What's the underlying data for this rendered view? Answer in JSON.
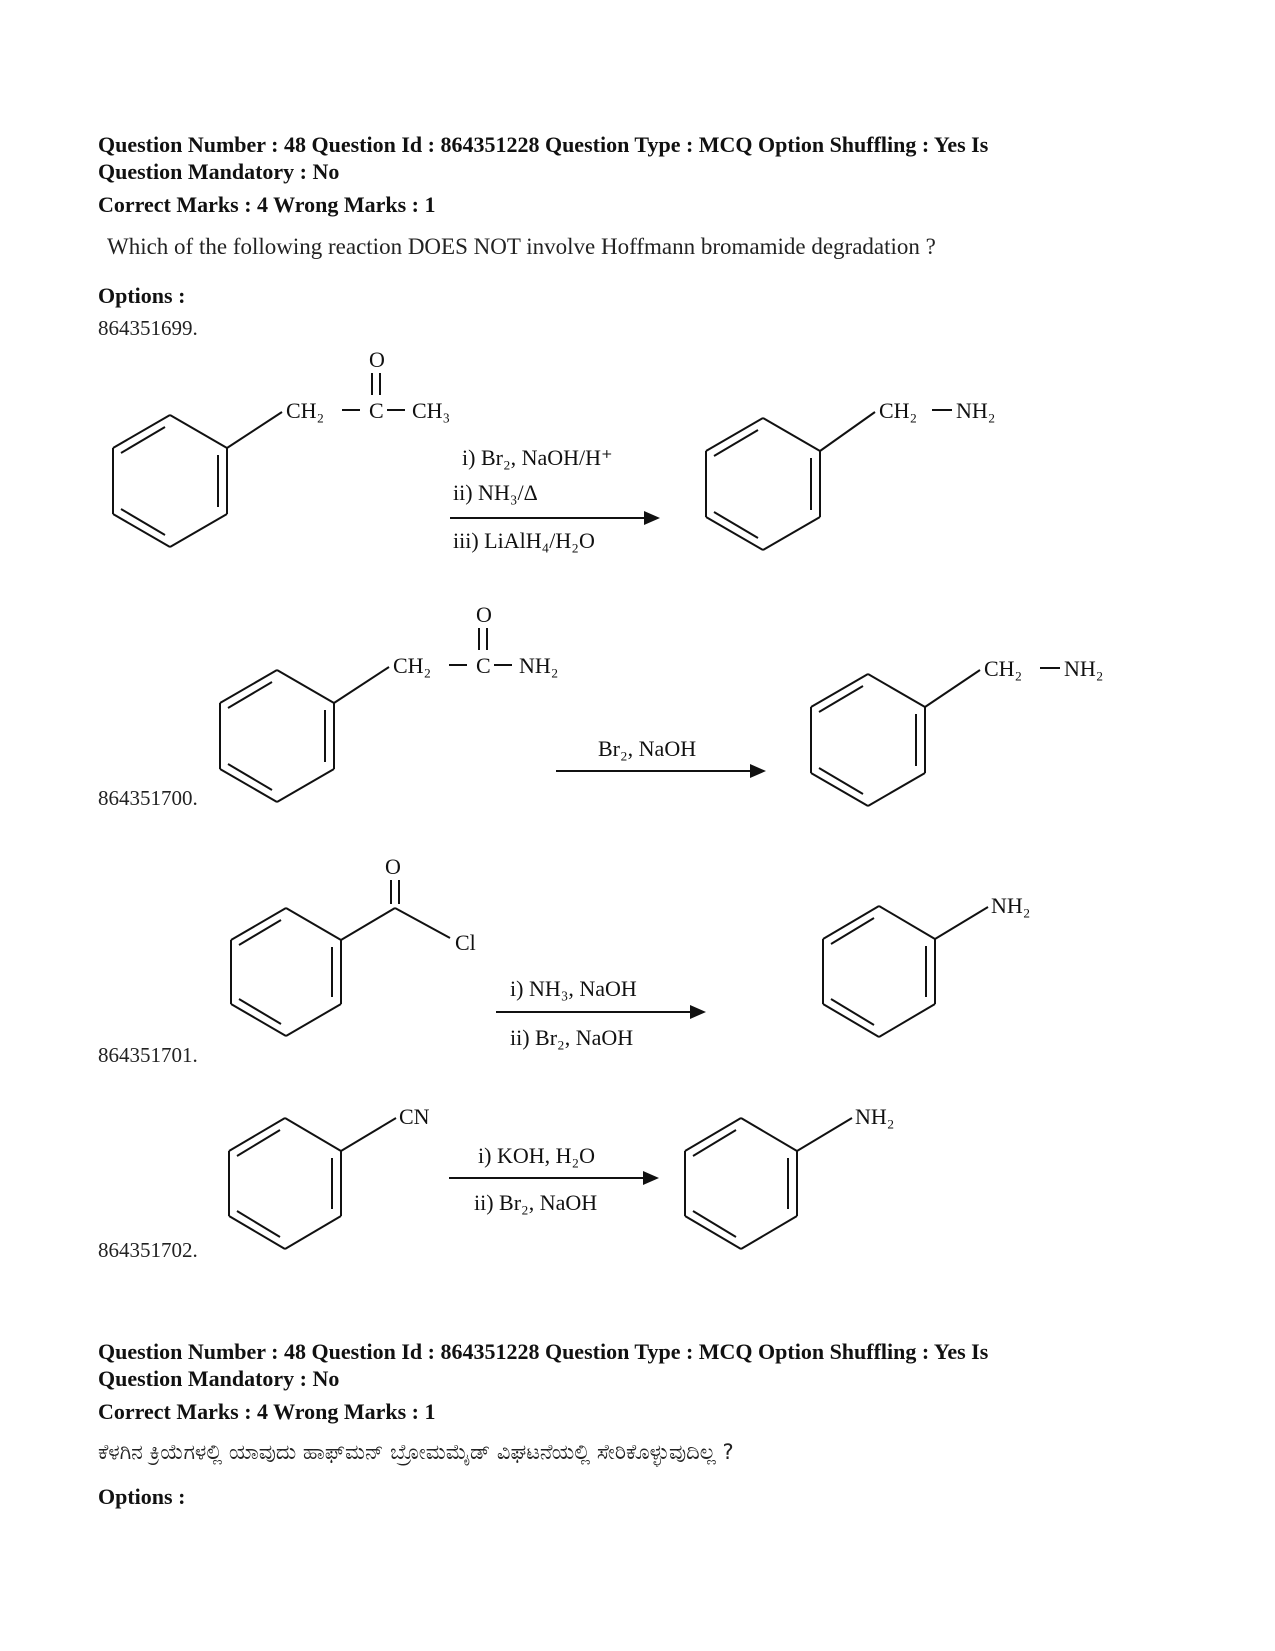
{
  "question_en": {
    "header_line1": "Question Number : 48 Question Id : 864351228 Question Type : MCQ Option Shuffling : Yes Is",
    "header_line2": "Question Mandatory : No",
    "marks": "Correct Marks : 4 Wrong Marks : 1",
    "text": "Which of the following reaction DOES NOT involve Hoffmann bromamide degradation ?",
    "options_label": "Options :",
    "options": [
      {
        "id": "864351699.",
        "reactant": {
          "group1": "CH₂",
          "group2": "C",
          "group3": "CH₃",
          "oxygen": "O"
        },
        "conditions": [
          "i) Br₂, NaOH/H⁺",
          "ii) NH₃/Δ",
          "iii) LiAlH₄/H₂O"
        ],
        "product": {
          "group1": "CH₂",
          "group2": "NH₂"
        }
      },
      {
        "id": "864351700.",
        "reactant": {
          "group1": "CH₂",
          "group2": "C",
          "group3": "NH₂",
          "oxygen": "O"
        },
        "conditions": [
          "Br₂, NaOH"
        ],
        "product": {
          "group1": "CH₂",
          "group2": "NH₂"
        }
      },
      {
        "id": "864351701.",
        "reactant": {
          "oxygen": "O",
          "group": "Cl"
        },
        "conditions": [
          "i) NH₃, NaOH",
          "ii) Br₂, NaOH"
        ],
        "product": {
          "group": "NH₂"
        }
      },
      {
        "id": "864351702.",
        "reactant": {
          "group": "CN"
        },
        "conditions": [
          "i) KOH, H₂O",
          "ii) Br₂, NaOH"
        ],
        "product": {
          "group": "NH₂"
        }
      }
    ]
  },
  "question_kn": {
    "header_line1": "Question Number : 48 Question Id : 864351228 Question Type : MCQ Option Shuffling : Yes Is",
    "header_line2": "Question Mandatory : No",
    "marks": "Correct Marks : 4 Wrong Marks : 1",
    "text": "ಕೆಳಗಿನ ಕ್ರಿಯೆಗಳಲ್ಲಿ ಯಾವುದು ಹಾಫ್‌ಮನ್ ಬ್ರೋಮಮೈಡ್ ವಿಘಟನೆಯಲ್ಲಿ ಸೇರಿಕೊಳ್ಳುವುದಿಲ್ಲ ?",
    "options_label": "Options :"
  }
}
